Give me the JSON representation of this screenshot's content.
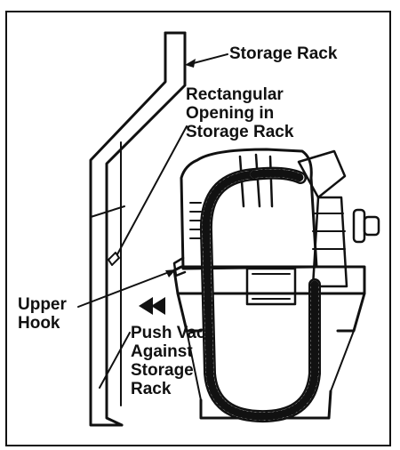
{
  "labels": {
    "storage_rack": "Storage Rack",
    "rectangular_opening": "Rectangular Opening in Storage Rack",
    "upper_hook": "Upper Hook",
    "push_vac": "Push Vac Against Storage Rack"
  },
  "colors": {
    "ink": "#111111",
    "background": "#ffffff"
  }
}
